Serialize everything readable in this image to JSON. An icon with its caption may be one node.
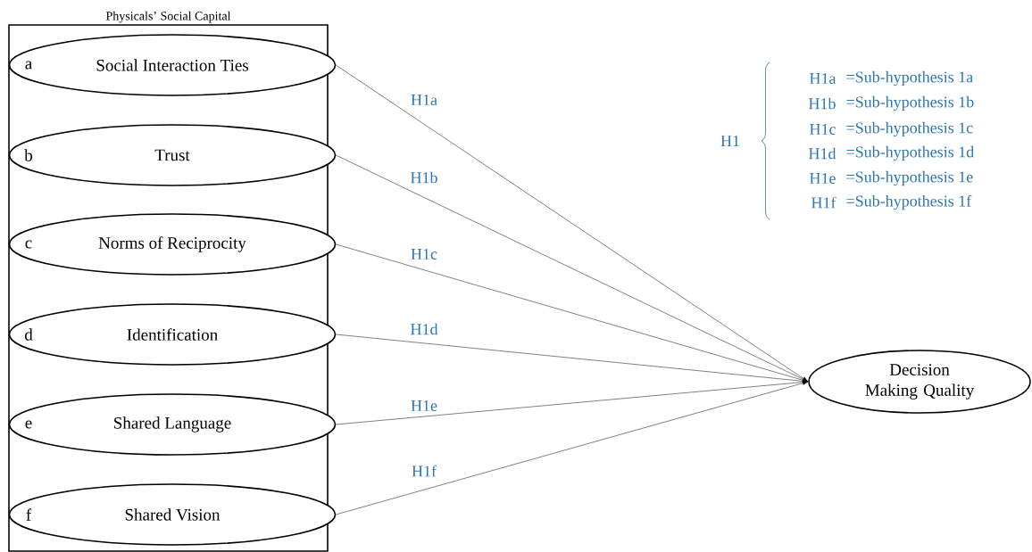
{
  "diagram": {
    "nodes": [
      {
        "text": [
          "Physicals’ Social Capital"
        ]
      },
      {
        "text": [
          "a",
          "Social Interaction Ties"
        ],
        "in": 0
      },
      {
        "text": [
          "b",
          "Trust"
        ],
        "in": 0
      },
      {
        "text": [
          "c",
          "Norms of Reciprocity"
        ],
        "in": 0
      },
      {
        "text": [
          "d",
          "Identification"
        ],
        "in": 0
      },
      {
        "text": [
          "e",
          "Shared Language"
        ],
        "in": 0
      },
      {
        "text": [
          "f",
          "Shared Vision"
        ],
        "in": 0
      },
      {
        "text": [
          "Decision Making Quality"
        ]
      }
    ],
    "edges": [
      {
        "from": 1,
        "to": 7,
        "arrow": "to",
        "label": "H1a"
      },
      {
        "from": 2,
        "to": 7,
        "arrow": "to",
        "label": "H1b"
      },
      {
        "from": 3,
        "to": 7,
        "arrow": "to",
        "label": "H1c"
      },
      {
        "from": 4,
        "to": 7,
        "arrow": "to",
        "label": "H1d"
      },
      {
        "from": 5,
        "to": 7,
        "arrow": "to",
        "label": "H1e"
      },
      {
        "from": 6,
        "to": 7,
        "arrow": "to",
        "label": "H1f"
      }
    ],
    "labels": [
      "H1",
      "H1a",
      "=Sub-hypothesis 1a",
      "H1b",
      "=Sub-hypothesis 1b",
      "H1c",
      "=Sub-hypothesis 1c",
      "H1d",
      "=Sub-hypothesis 1d",
      "H1e",
      "=Sub-hypothesis 1e",
      "H1f",
      "=Sub-hypothesis 1f"
    ]
  }
}
